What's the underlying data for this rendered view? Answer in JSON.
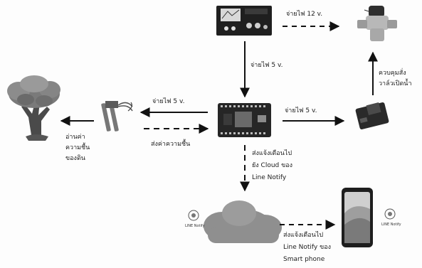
{
  "labels": {
    "psu_to_valve": "จ่ายไฟ 12 v.",
    "psu_to_board": "จ่ายไฟ 5 v.",
    "board_to_sensor": "จ่ายไฟ 5 v.",
    "board_to_relay": "จ่ายไฟ 5 v.",
    "relay_to_valve_1": "ควบคุมสั่ง",
    "relay_to_valve_2": "วาล์วเปิดน้ำ",
    "sensor_to_board": "ส่งค่าความชื้น",
    "read_1": "อ่านค่า",
    "read_2": "ความชื้น",
    "read_3": "ของดิน",
    "cloud_1": "ส่งแจ้งเตือนไป",
    "cloud_2": "ยัง Cloud ของ",
    "cloud_3": "Line Notify",
    "phone_1": "ส่งแจ้งเตือนไป",
    "phone_2": "Line Notify ของ",
    "phone_3": "Smart phone",
    "line_logo_cloud": "LINE Notify",
    "line_logo_phone": "LINE Notify"
  }
}
